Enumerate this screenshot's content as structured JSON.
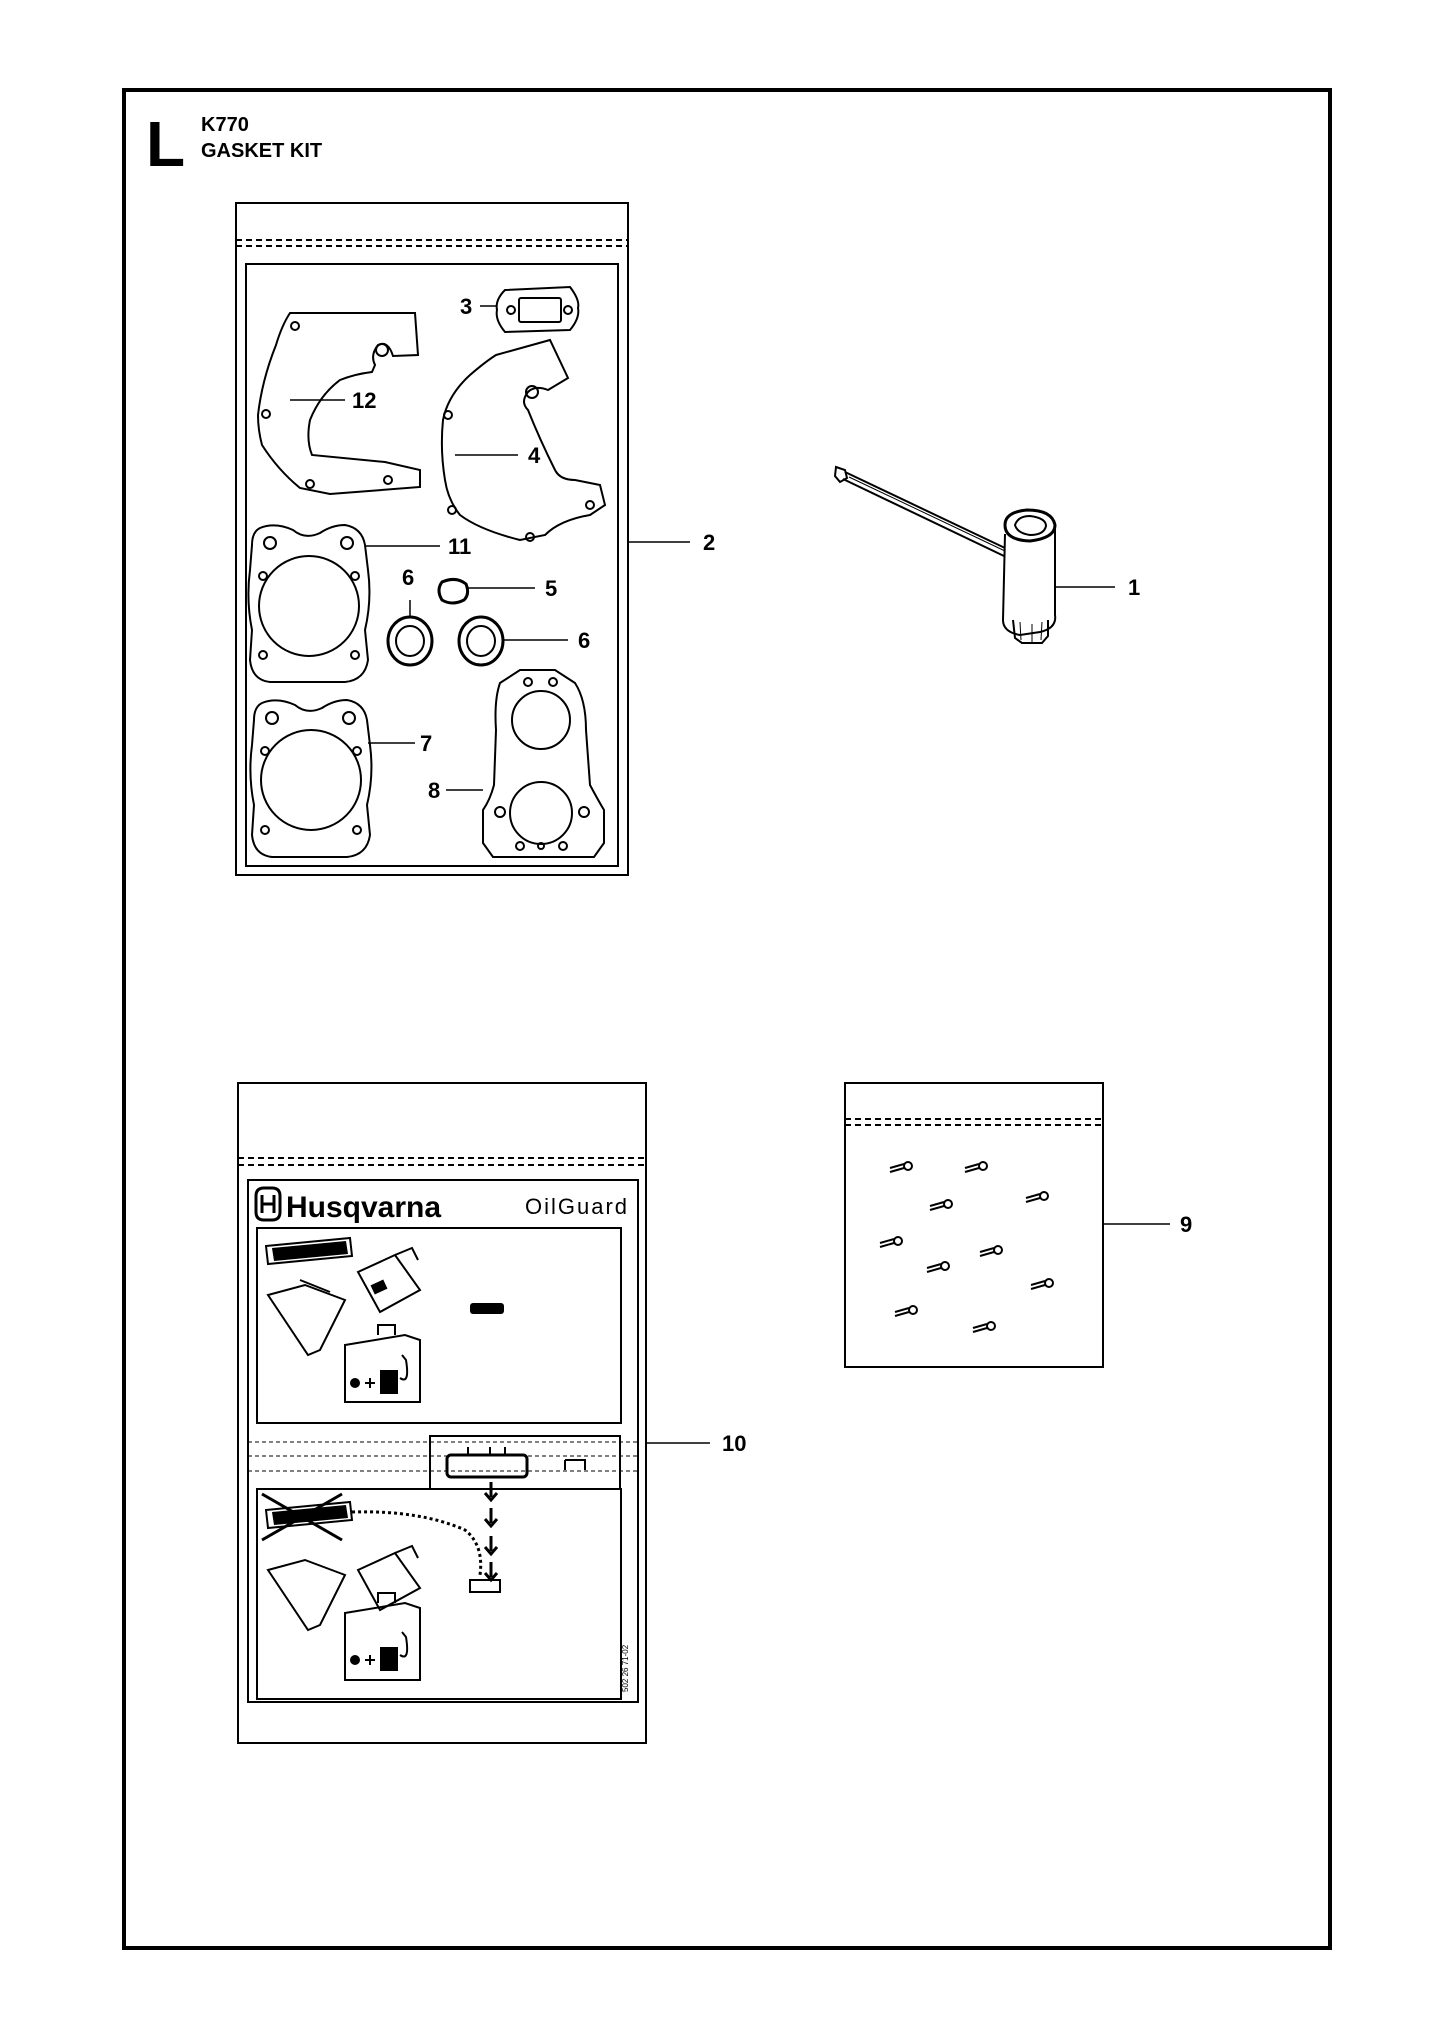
{
  "header": {
    "section_letter": "L",
    "model": "K770",
    "title": "GASKET KIT"
  },
  "callouts": [
    "1",
    "2",
    "3",
    "4",
    "5",
    "6",
    "6",
    "7",
    "8",
    "9",
    "10",
    "11",
    "12"
  ],
  "label_sheet": {
    "brand": "Husqvarna",
    "product": "OilGuard",
    "badge": "OilGuard",
    "part_code": "502 26 71-02"
  }
}
